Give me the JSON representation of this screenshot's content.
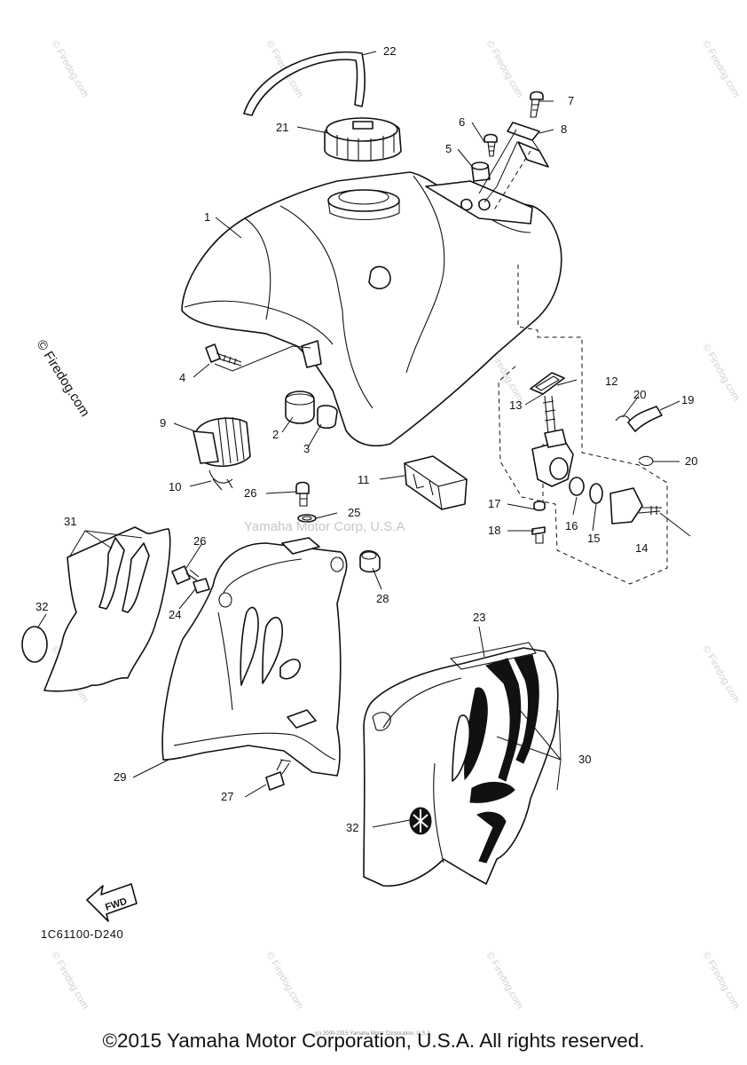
{
  "diagram": {
    "callouts": {
      "c1": "1",
      "c2": "2",
      "c3": "3",
      "c4": "4",
      "c5": "5",
      "c6": "6",
      "c7": "7",
      "c8": "8",
      "c9": "9",
      "c10": "10",
      "c11": "11",
      "c12": "12",
      "c13": "13",
      "c14": "14",
      "c15": "15",
      "c16": "16",
      "c17": "17",
      "c18": "18",
      "c19": "19",
      "c20a": "20",
      "c20b": "20",
      "c21": "21",
      "c22": "22",
      "c23": "23",
      "c24": "24",
      "c25": "25",
      "c26a": "26",
      "c26b": "26",
      "c27": "27",
      "c28": "28",
      "c29": "29",
      "c30": "30",
      "c31": "31",
      "c32a": "32",
      "c32b": "32"
    },
    "fwd_label": "FWD",
    "doc_code": "1C61100-D240"
  },
  "watermarks": {
    "mid": "Yamaha Motor Corp, U.S.A",
    "side": "© Firedog.com",
    "tile": "© Firedog.com",
    "credit": "(c) 2000-2015 Yamaha Motor Corporation, U.S.A."
  },
  "footer": {
    "copyright": "©2015 Yamaha Motor Corporation, U.S.A. All rights reserved."
  }
}
